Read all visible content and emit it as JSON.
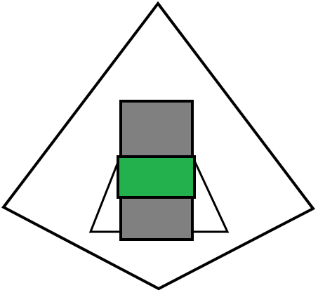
{
  "colors": {
    "background": "#ffffff",
    "outline": "#000000",
    "pillar_fill": "#808080",
    "band_fill": "#22b14c",
    "triangle_fill": "#ffffff"
  },
  "icons": {
    "outer_shape": "kite-outline",
    "pillar": "gray-rectangle",
    "band": "green-band",
    "support": "white-trapezoid"
  }
}
